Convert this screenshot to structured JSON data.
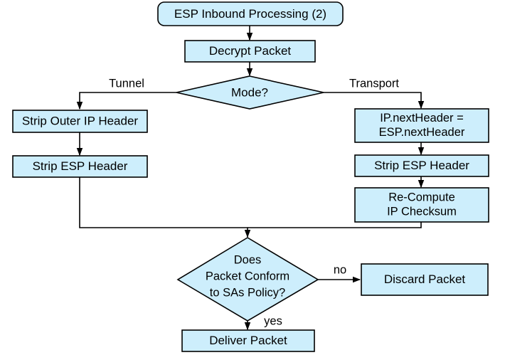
{
  "diagram": {
    "title": "ESP Inbound Processing (2)",
    "type": "flowchart",
    "colors": {
      "node_fill": "#cdeefc",
      "node_stroke": "#000000",
      "connector": "#000000",
      "background": "#ffffff",
      "text": "#000000"
    },
    "nodes": [
      {
        "id": "start",
        "shape": "rounded-rectangle",
        "label": "ESP Inbound Processing (2)",
        "lines": [
          "ESP Inbound Processing (2)"
        ]
      },
      {
        "id": "decrypt",
        "shape": "rectangle",
        "label": "Decrypt Packet",
        "lines": [
          "Decrypt Packet"
        ]
      },
      {
        "id": "mode",
        "shape": "diamond",
        "label": "Mode?",
        "lines": [
          "Mode?"
        ]
      },
      {
        "id": "strip-outer-ip",
        "shape": "rectangle",
        "label": "Strip Outer IP Header",
        "lines": [
          "Strip Outer IP Header"
        ]
      },
      {
        "id": "strip-esp-tunnel",
        "shape": "rectangle",
        "label": "Strip ESP Header",
        "lines": [
          "Strip ESP Header"
        ]
      },
      {
        "id": "next-header",
        "shape": "rectangle",
        "label": "IP.nextHeader = ESP.nextHeader",
        "lines": [
          "IP.nextHeader =",
          "ESP.nextHeader"
        ]
      },
      {
        "id": "strip-esp-transport",
        "shape": "rectangle",
        "label": "Strip ESP Header",
        "lines": [
          "Strip ESP Header"
        ]
      },
      {
        "id": "recompute-checksum",
        "shape": "rectangle",
        "label": "Re-Compute IP Checksum",
        "lines": [
          "Re-Compute",
          "IP Checksum"
        ]
      },
      {
        "id": "conform",
        "shape": "diamond",
        "label": "Does Packet Conform to SAs Policy?",
        "lines": [
          "Does",
          "Packet Conform",
          "to SAs Policy?"
        ]
      },
      {
        "id": "discard",
        "shape": "rectangle",
        "label": "Discard Packet",
        "lines": [
          "Discard Packet"
        ]
      },
      {
        "id": "deliver",
        "shape": "rectangle",
        "label": "Deliver Packet",
        "lines": [
          "Deliver Packet"
        ]
      }
    ],
    "edge_labels": {
      "tunnel": "Tunnel",
      "transport": "Transport",
      "no": "no",
      "yes": "yes"
    },
    "edges": [
      {
        "from": "start",
        "to": "decrypt",
        "label": ""
      },
      {
        "from": "decrypt",
        "to": "mode",
        "label": ""
      },
      {
        "from": "mode",
        "to": "strip-outer-ip",
        "label": "Tunnel"
      },
      {
        "from": "mode",
        "to": "next-header",
        "label": "Transport"
      },
      {
        "from": "strip-outer-ip",
        "to": "strip-esp-tunnel",
        "label": ""
      },
      {
        "from": "strip-esp-tunnel",
        "to": "conform",
        "label": ""
      },
      {
        "from": "next-header",
        "to": "strip-esp-transport",
        "label": ""
      },
      {
        "from": "strip-esp-transport",
        "to": "recompute-checksum",
        "label": ""
      },
      {
        "from": "recompute-checksum",
        "to": "conform",
        "label": ""
      },
      {
        "from": "conform",
        "to": "discard",
        "label": "no"
      },
      {
        "from": "conform",
        "to": "deliver",
        "label": "yes"
      }
    ]
  }
}
